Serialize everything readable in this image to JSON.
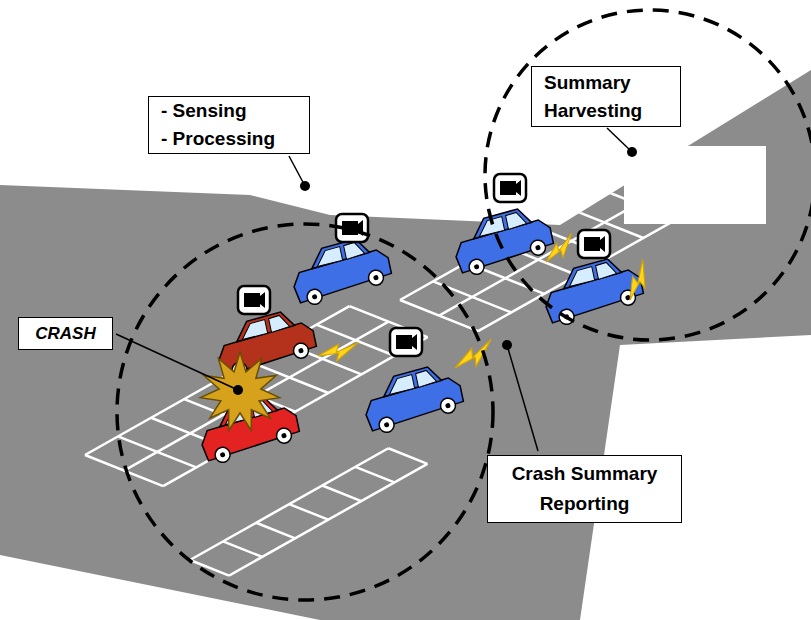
{
  "diagram": {
    "nodes": [
      {
        "text": [
          "Summary Harvesting"
        ]
      },
      {
        "text": [
          "- Sensing",
          "- Processing"
        ]
      },
      {
        "text": [
          "CRASH"
        ]
      },
      {
        "text": [
          "Crash Summary Reporting"
        ]
      }
    ]
  }
}
